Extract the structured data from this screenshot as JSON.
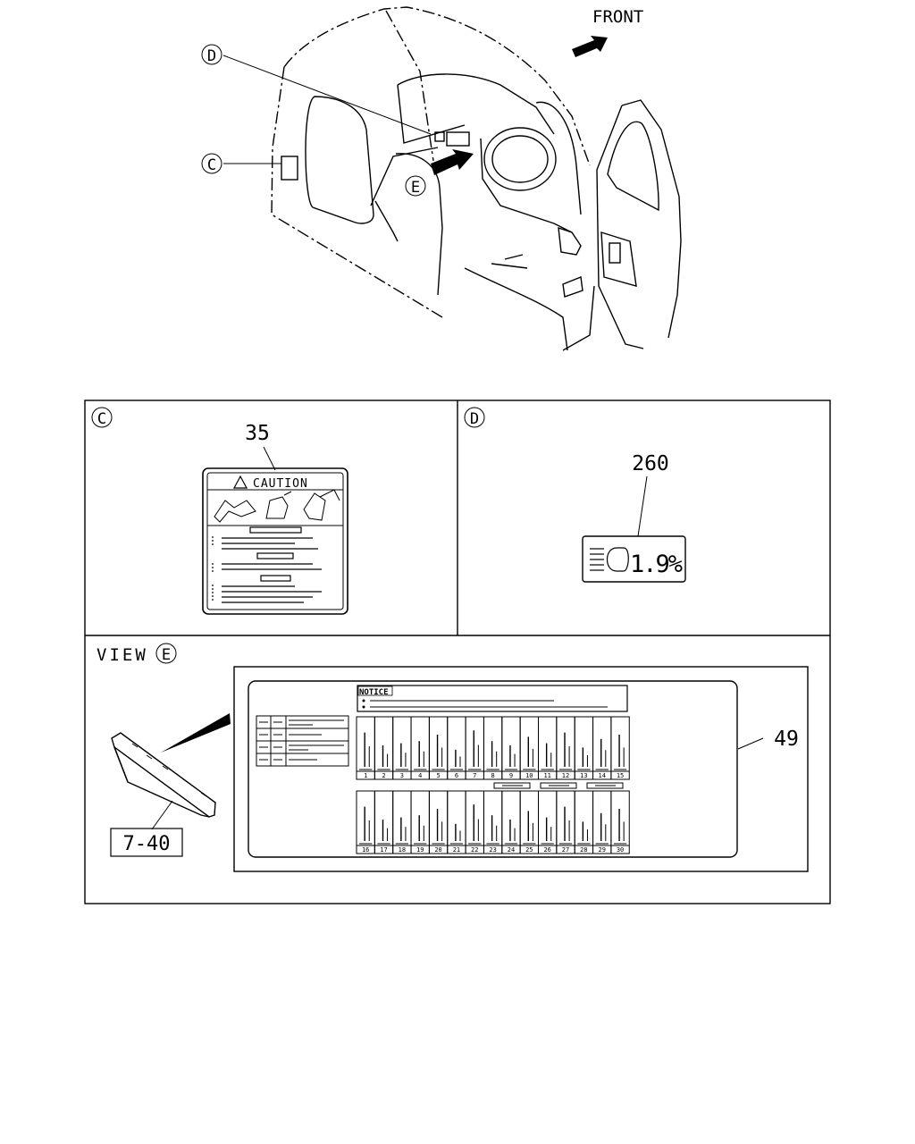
{
  "overview": {
    "front_label": "FRONT",
    "callouts": {
      "c": "C",
      "d": "D",
      "e": "E"
    }
  },
  "panel_c": {
    "marker": "C",
    "part_no": "35",
    "label_heading": "CAUTION"
  },
  "panel_d": {
    "marker": "D",
    "part_no": "260",
    "label_value": "1.9%"
  },
  "panel_e": {
    "view_prefix": "VIEW",
    "marker": "E",
    "part_no": "49",
    "ref": "7-40",
    "notice_heading": "NOTICE",
    "fuse_row1": [
      "1",
      "2",
      "3",
      "4",
      "5",
      "6",
      "7",
      "8",
      "9",
      "10",
      "11",
      "12",
      "13",
      "14",
      "15"
    ],
    "fuse_row2": [
      "16",
      "17",
      "18",
      "19",
      "20",
      "21",
      "22",
      "23",
      "24",
      "25",
      "26",
      "27",
      "28",
      "29",
      "30"
    ]
  }
}
